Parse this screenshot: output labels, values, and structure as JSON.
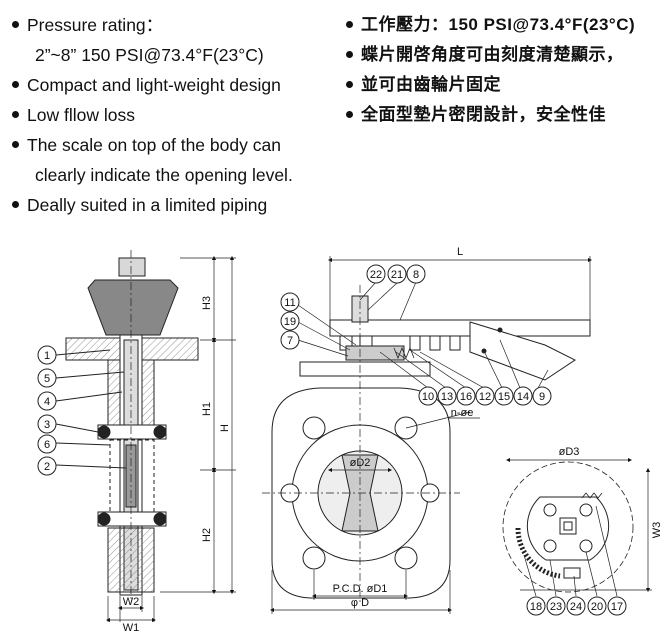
{
  "features": {
    "en": [
      {
        "text": "Pressure rating：",
        "bullet": true
      },
      {
        "text": "2”~8”  150 PSI@73.4°F(23°C)",
        "bullet": false
      },
      {
        "text": "Compact and light-weight design",
        "bullet": true
      },
      {
        "text": "Low fllow loss",
        "bullet": true
      },
      {
        "text": "The scale on top of the body can",
        "bullet": true
      },
      {
        "text": "clearly indicate the opening level.",
        "bullet": false
      },
      {
        "text": "Deally suited in a limited piping",
        "bullet": true
      }
    ],
    "zh": [
      {
        "text": "工作壓力：150 PSI@73.4°F(23°C)",
        "bullet": true
      },
      {
        "text": "蝶片開啓角度可由刻度清楚顯示，",
        "bullet": true
      },
      {
        "text": "並可由齒輪片固定",
        "bullet": true
      },
      {
        "text": "全面型墊片密閉設計，安全性佳",
        "bullet": true
      }
    ]
  },
  "section_view": {
    "callouts": [
      "1",
      "5",
      "4",
      "3",
      "6",
      "2"
    ],
    "dims": {
      "h3": "H3",
      "h1": "H1",
      "h": "H",
      "h2": "H2",
      "w2": "W2",
      "w1": "W1"
    }
  },
  "front_view": {
    "callouts_top": [
      "22",
      "21",
      "8"
    ],
    "callouts_left": [
      "11",
      "19",
      "7"
    ],
    "callouts_bottom": [
      "10",
      "13",
      "16",
      "12",
      "15",
      "14",
      "9"
    ],
    "dims": {
      "l": "L",
      "n_oe": "n-øe",
      "od2": "øD2",
      "pcd": "P.C.D. øD1",
      "od": "φ D"
    }
  },
  "detail_view": {
    "dims": {
      "od3": "øD3",
      "w3": "W3"
    },
    "callouts_bottom": [
      "18",
      "23",
      "24",
      "20",
      "17"
    ]
  }
}
